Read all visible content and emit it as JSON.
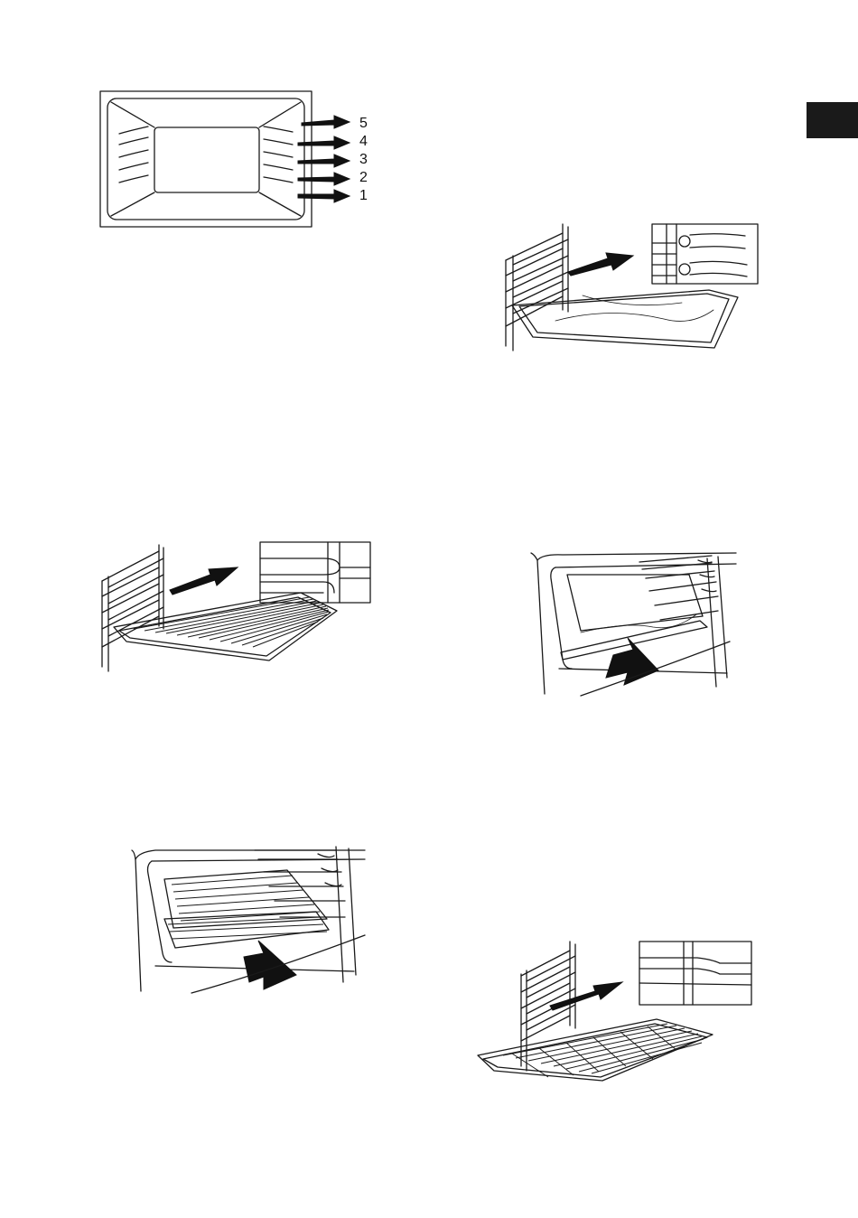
{
  "page": {
    "tab_color": "#1a1a1a"
  },
  "figures": {
    "shelf_levels": {
      "icon": "oven-cavity-front-view-diagram",
      "levels": [
        "5",
        "4",
        "3",
        "2",
        "1"
      ]
    },
    "tray_insert": {
      "icon": "baking-tray-on-side-rails-illustration"
    },
    "grid_insert": {
      "icon": "wire-grid-on-side-rails-illustration"
    },
    "tray_in_oven": {
      "icon": "baking-tray-in-oven-illustration"
    },
    "grid_in_oven": {
      "icon": "wire-grid-in-oven-illustration"
    },
    "grid_insert_lower": {
      "icon": "wire-grid-slide-in-illustration"
    }
  }
}
